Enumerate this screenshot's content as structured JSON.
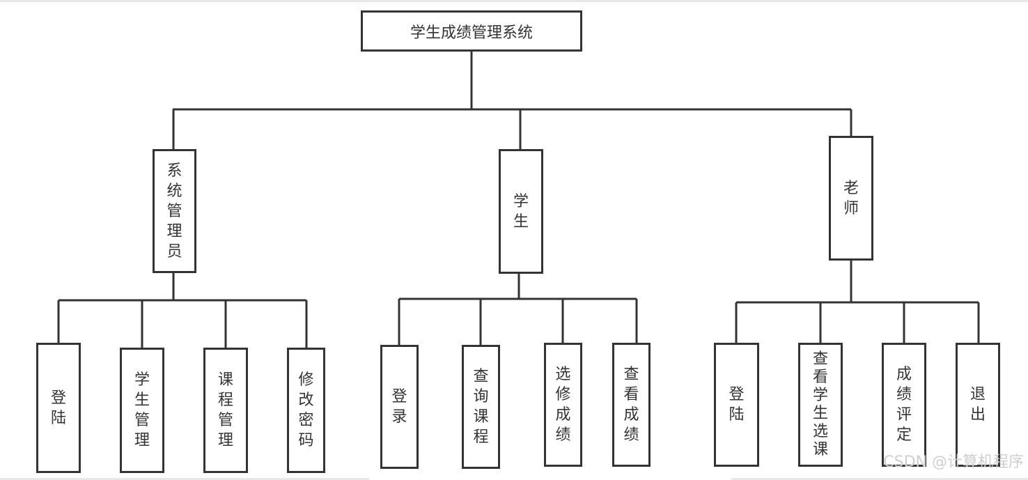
{
  "diagram": {
    "root": "学生成绩管理系统",
    "branches": [
      {
        "label": "系统管理员",
        "children": [
          "登陆",
          "学生管理",
          "课程管理",
          "修改密码"
        ]
      },
      {
        "label": "学生",
        "children": [
          "登录",
          "查询课程",
          "选修成绩",
          "查看成绩"
        ]
      },
      {
        "label": "老师",
        "children": [
          "登陆",
          "查看学生选课",
          "成绩评定",
          "退出"
        ]
      }
    ]
  },
  "watermark": "CSDN @计算机程序",
  "colors": {
    "line": "#333333",
    "watermark": "#cfcfcf",
    "background": "#ffffff"
  }
}
